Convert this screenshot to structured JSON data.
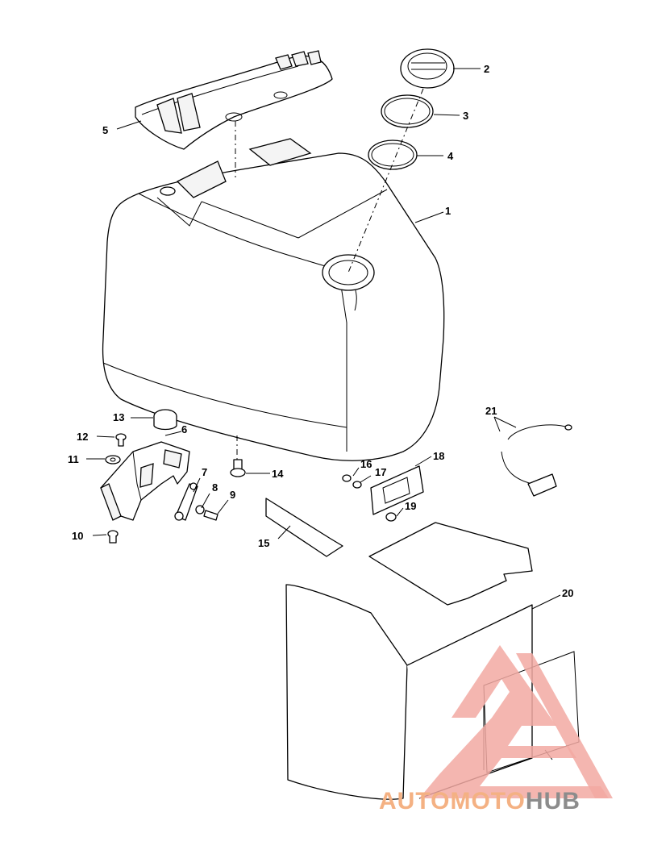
{
  "callouts": [
    {
      "id": "1",
      "text": "1"
    },
    {
      "id": "2",
      "text": "2"
    },
    {
      "id": "3",
      "text": "3"
    },
    {
      "id": "4",
      "text": "4"
    },
    {
      "id": "5",
      "text": "5"
    },
    {
      "id": "6",
      "text": "6"
    },
    {
      "id": "7",
      "text": "7"
    },
    {
      "id": "8",
      "text": "8"
    },
    {
      "id": "9",
      "text": "9"
    },
    {
      "id": "10",
      "text": "10"
    },
    {
      "id": "11",
      "text": "11"
    },
    {
      "id": "12",
      "text": "12"
    },
    {
      "id": "13",
      "text": "13"
    },
    {
      "id": "14",
      "text": "14"
    },
    {
      "id": "15",
      "text": "15"
    },
    {
      "id": "16",
      "text": "16"
    },
    {
      "id": "17",
      "text": "17"
    },
    {
      "id": "18",
      "text": "18"
    },
    {
      "id": "19",
      "text": "19"
    },
    {
      "id": "20",
      "text": "20"
    },
    {
      "id": "21",
      "text": "21"
    }
  ],
  "watermark": {
    "text_part1": "AUTOMOTO",
    "text_part2": "HUB",
    "color_part1": "#f4b183",
    "color_part2": "#8c8c8c",
    "logo_color": "#f2a9a2"
  }
}
